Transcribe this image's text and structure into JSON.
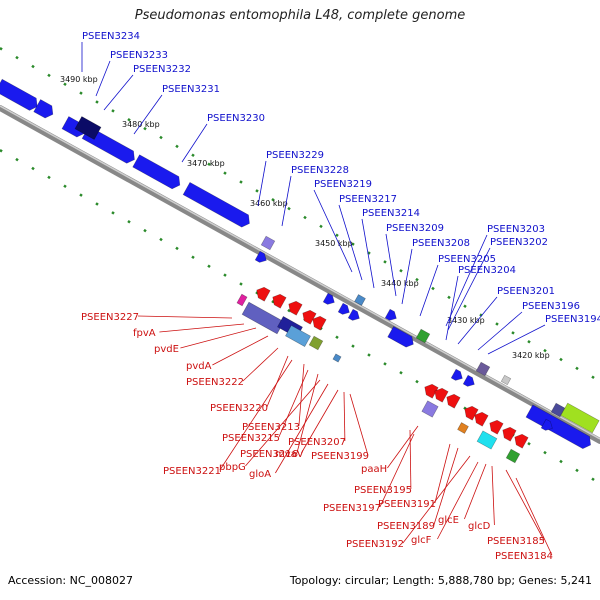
{
  "title": "Pseudomonas entomophila L48, complete genome",
  "footer": {
    "accession": "Accession: NC_008027",
    "summary": "Topology: circular; Length: 5,888,780 bp; Genes: 5,241"
  },
  "colors": {
    "forward_label": "#1010cc",
    "reverse_label": "#cc1010",
    "backbone": "#888888",
    "tick": "#2a8a2a"
  },
  "scale_labels": [
    "3490 kbp",
    "3480 kbp",
    "3470 kbp",
    "3460 kbp",
    "3450 kbp",
    "3440 kbp",
    "3430 kbp",
    "3420 kbp"
  ],
  "forward_genes": [
    "PSEEN3234",
    "PSEEN3233",
    "PSEEN3232",
    "PSEEN3231",
    "PSEEN3230",
    "PSEEN3229",
    "PSEEN3228",
    "PSEEN3219",
    "PSEEN3217",
    "PSEEN3214",
    "PSEEN3209",
    "PSEEN3208",
    "PSEEN3205",
    "PSEEN3203",
    "PSEEN3202",
    "PSEEN3204",
    "PSEEN3201",
    "PSEEN3196",
    "PSEEN3194"
  ],
  "reverse_genes": [
    "PSEEN3227",
    "fpvA",
    "pvdE",
    "pvdA",
    "PSEEN3222",
    "PSEEN3220",
    "PSEEN3213",
    "PSEEN3215",
    "PSEEN3216",
    "PSEEN3221",
    "pbpG",
    "gloA",
    "mvaV",
    "PSEEN3207",
    "PSEEN3199",
    "paaH",
    "PSEEN3195",
    "PSEEN3197",
    "PSEEN3191",
    "PSEEN3189",
    "PSEEN3192",
    "glcF",
    "glcE",
    "glcD",
    "PSEEN3185",
    "PSEEN3184"
  ]
}
